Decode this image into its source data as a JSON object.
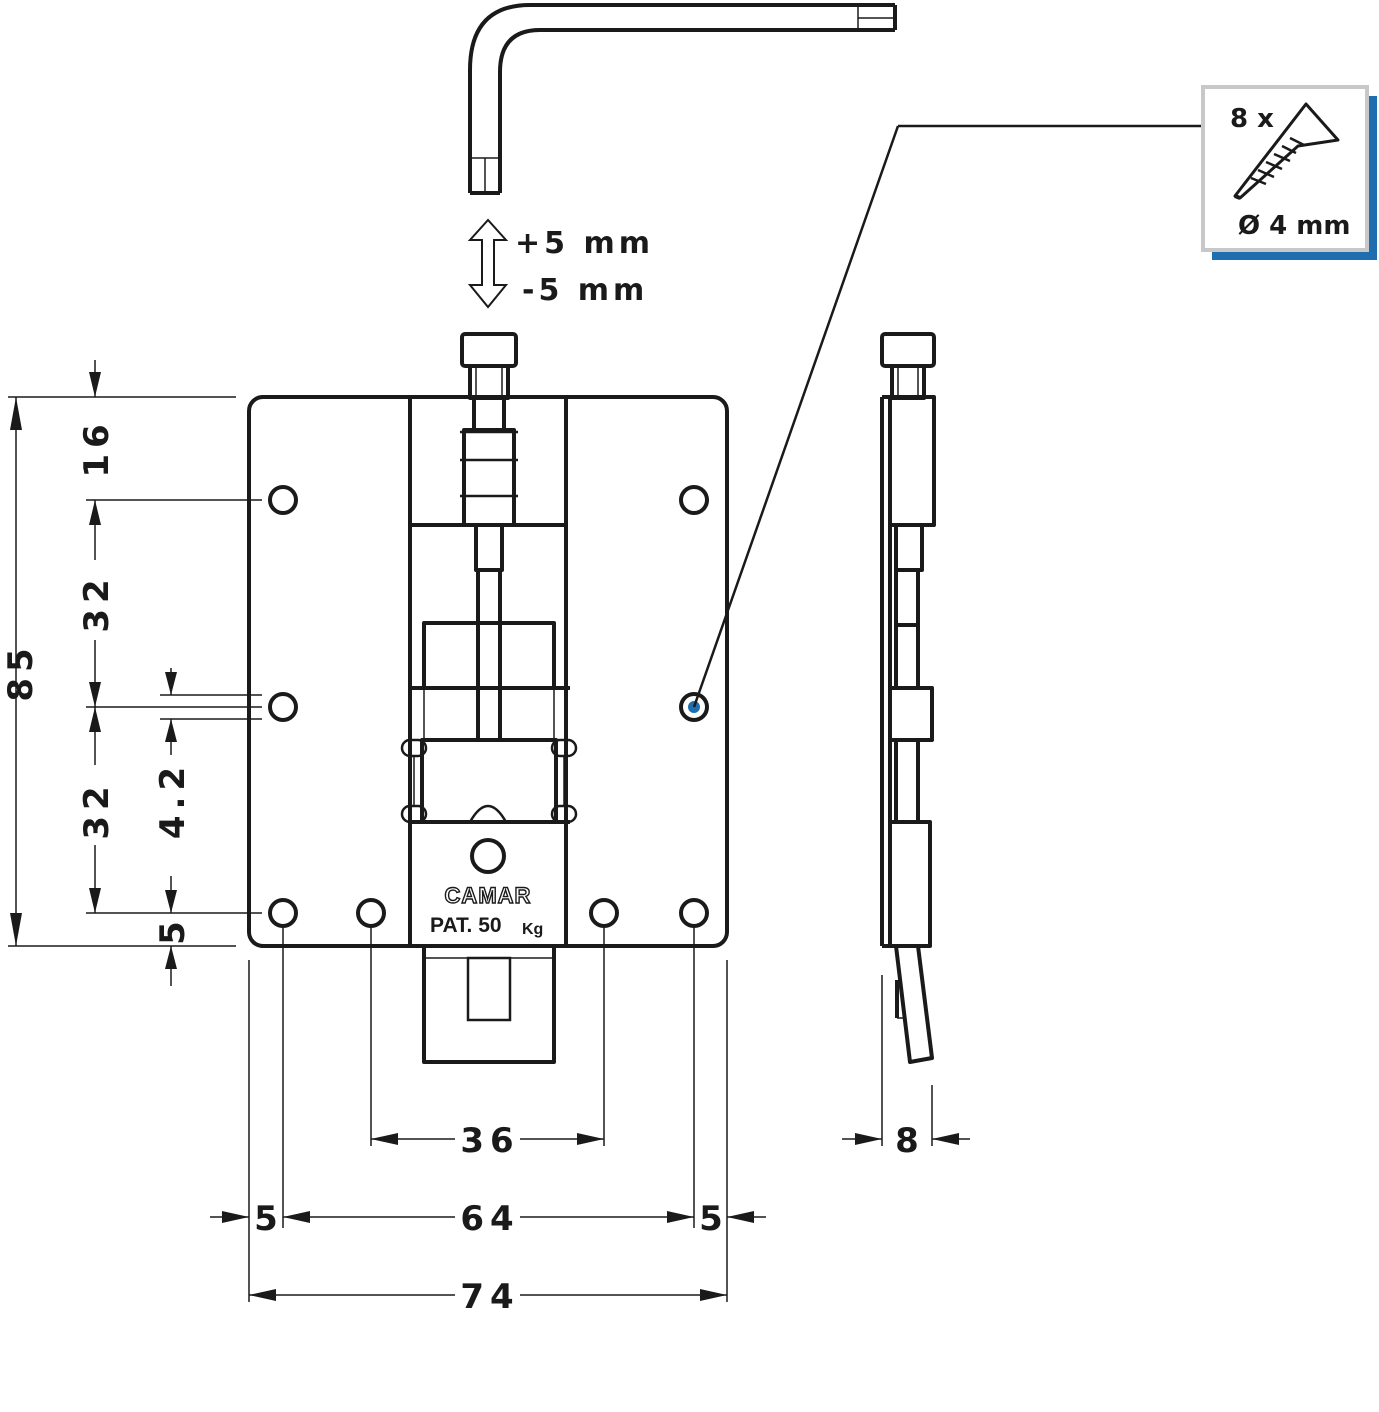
{
  "adjustment": {
    "plus": "+5 mm",
    "minus": "-5 mm"
  },
  "brand": {
    "name": "CAMAR",
    "patent": "PAT. 50",
    "unit": "Kg"
  },
  "screw_callout": {
    "count": "8 x",
    "diameter": "Ø 4 mm"
  },
  "dimensions": {
    "height_total": "85",
    "top_offset": "16",
    "upper_spacing": "32",
    "lower_spacing": "32",
    "bottom_offset": "5",
    "hole_offset": "4.2",
    "inner_hole_spacing": "36",
    "side_left": "5",
    "outer_hole_spacing": "64",
    "side_right": "5",
    "width_total": "74",
    "thickness": "8"
  },
  "colors": {
    "line": "#1a1a1a",
    "accent": "#1f6fb0",
    "callout_border": "#c8c8c8"
  }
}
